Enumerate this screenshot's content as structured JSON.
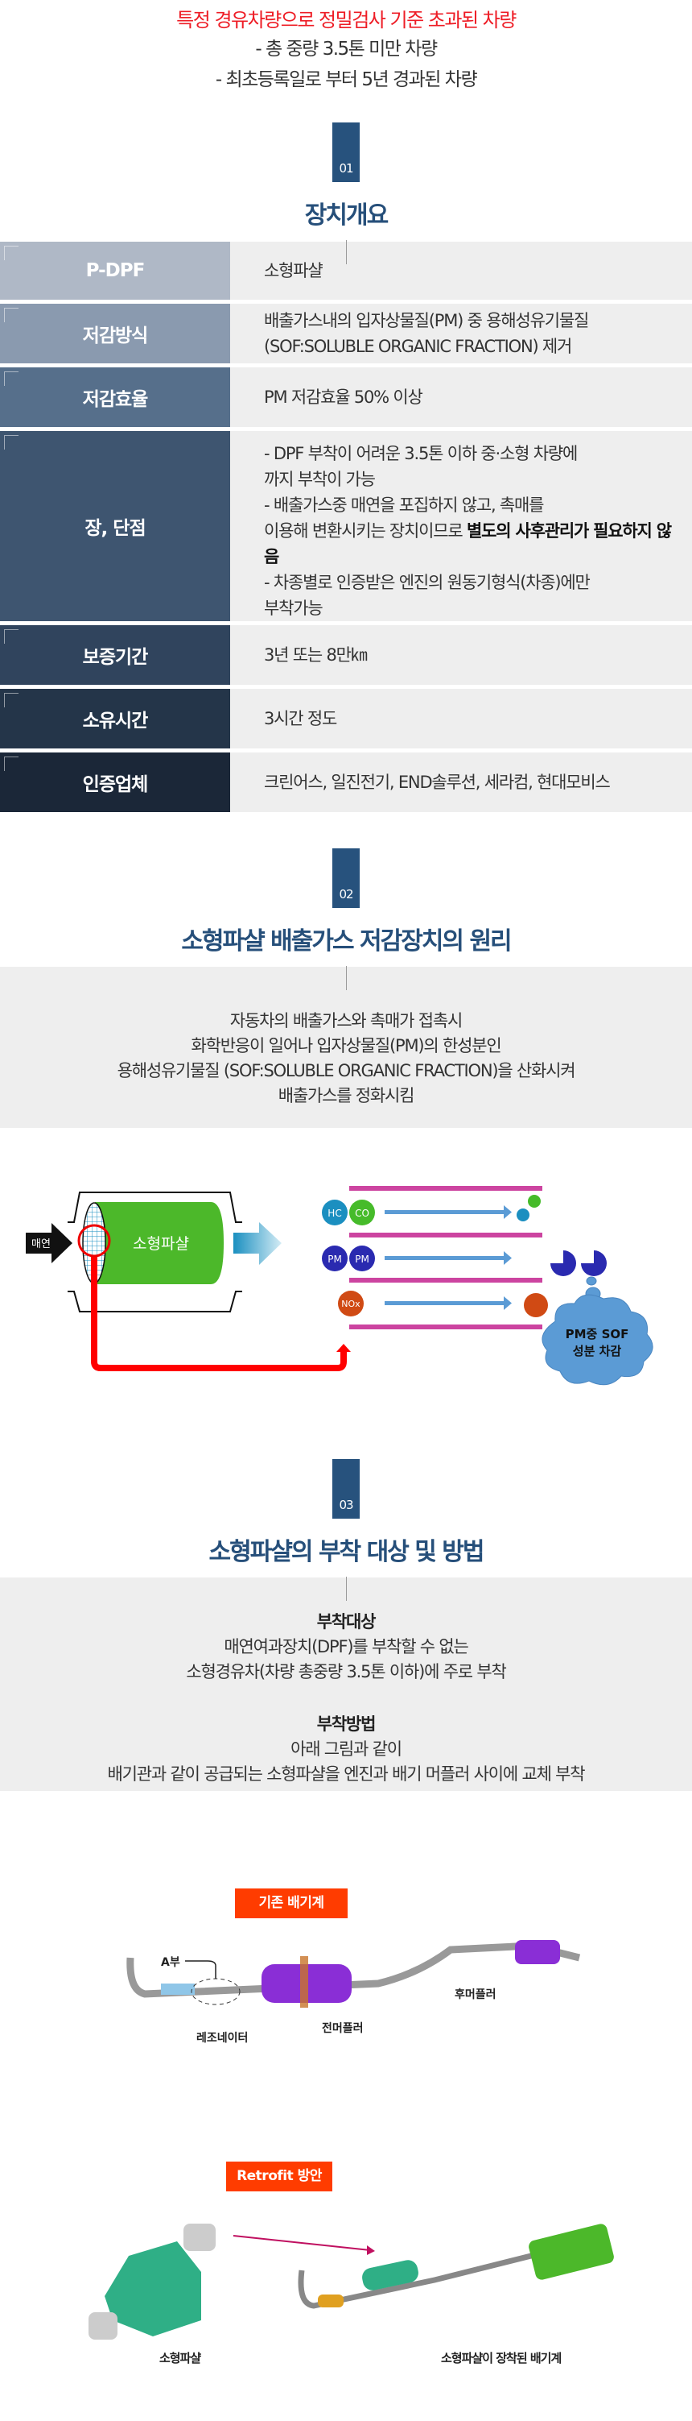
{
  "intro": {
    "headline": "특정 경유차량으로 정밀검사 기준 초과된 차량",
    "conditions": [
      "- 총 중량 3.5톤 미만 차량",
      "- 최초등록일로 부터 5년 경과된 차량"
    ]
  },
  "section1": {
    "number": "01",
    "title": "장치개요",
    "rows": [
      {
        "label": "P-DPF",
        "value": "소형파샬",
        "color": "#afb8c6"
      },
      {
        "label": "저감방식",
        "value": "배출가스내의 입자상물질(PM) 중 용해성유기물질 (SOF:SOLUBLE ORGANIC FRACTION) 제거",
        "color": "#8a9aaf"
      },
      {
        "label": "저감효율",
        "value": "PM 저감효율 50% 이상",
        "color": "#566f8b"
      },
      {
        "label": "장, 단점",
        "value_lines": [
          "- DPF 부착이 어려운 3.5톤 이하 중·소형 차량에",
          "까지 부착이 가능",
          "- 배출가스중 매연을 포집하지 않고, 촉매를",
          "이용해 변환시키는 장치이므로 "
        ],
        "value_bold": "별도의 사후관리가 필요하지 않음",
        "value_tail": [
          "- 차종별로 인증받은 엔진의 원동기형식(차종)에만",
          "부착가능"
        ],
        "color": "#3e5570"
      },
      {
        "label": "보증기간",
        "value": "3년 또는 8만㎞",
        "color": "#30445d"
      },
      {
        "label": "소유시간",
        "value": "3시간 정도",
        "color": "#243549"
      },
      {
        "label": "인증업체",
        "value": "크린어스, 일진전기, END솔루션, 세라컴, 현대모비스",
        "color": "#1b2738"
      }
    ]
  },
  "section2": {
    "number": "02",
    "title": "소형파샬 배출가스 저감장치의 원리",
    "description": [
      "자동차의 배출가스와 촉매가 접촉시",
      "화학반응이 일어나 입자상물질(PM)의 한성분인",
      "용해성유기물질 (SOF:SOLUBLE ORGANIC FRACTION)을 산화시켜",
      "배출가스를 정화시킴"
    ],
    "diagram": {
      "input_label": "매연",
      "device_label": "소형파샬",
      "molecules": [
        {
          "row": 1,
          "items": [
            "HC",
            "CO"
          ],
          "colors": [
            "#1b8fc0",
            "#46bb2a"
          ]
        },
        {
          "row": 2,
          "items": [
            "PM",
            "PM"
          ],
          "colors": [
            "#2a2ab0",
            "#2a2ab0"
          ]
        },
        {
          "row": 3,
          "items": [
            "NOx"
          ],
          "colors": [
            "#d04a14"
          ]
        }
      ],
      "cloud_text": [
        "PM중 SOF",
        "성분 차감"
      ],
      "colors": {
        "green": "#4cb82a",
        "red": "#ff0000",
        "magenta": "#cc44a0",
        "arrow_blue": "#5b9bd5",
        "cloud": "#5b9bd5"
      }
    }
  },
  "section3": {
    "number": "03",
    "title": "소형파샬의 부착 대상 및 방법",
    "target_heading": "부착대상",
    "target_lines": [
      "매연여과장치(DPF)를 부착할 수 없는",
      "소형경유차(차량 총중량 3.5톤 이하)에 주로 부착"
    ],
    "method_heading": "부착방법",
    "method_lines": [
      "아래 그림과 같이",
      "배기관과 같이 공급되는 소형파샬을 엔진과 배기 머플러 사이에 교체 부착"
    ],
    "figure1": {
      "tag": "기존 배기계",
      "labels": {
        "a_part": "A부",
        "resonator": "레조네이터",
        "front_muffler": "전머플러",
        "rear_muffler": "후머플러"
      }
    },
    "figure2": {
      "tag": "Retrofit 방안",
      "labels": {
        "device": "소형파샬",
        "installed": "소형파샬이 장착된 배기계"
      }
    }
  }
}
